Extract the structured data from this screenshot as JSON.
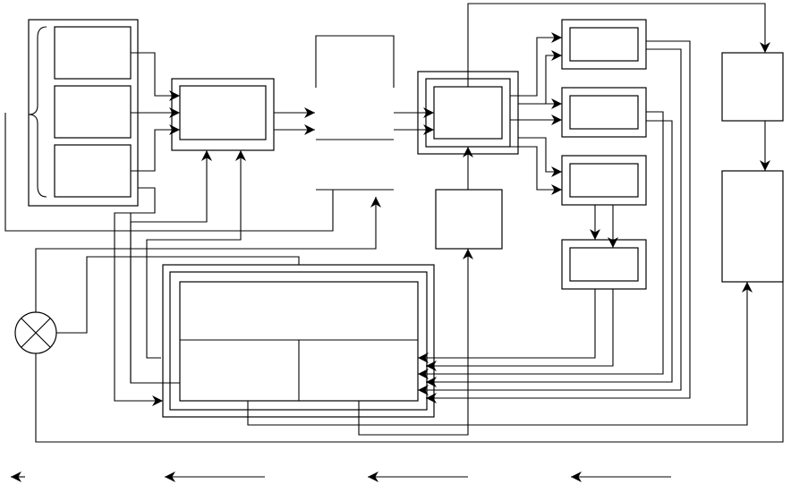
{
  "diagram": {
    "kind": "block-diagram",
    "labels": [],
    "colors": {
      "stroke": "#000000",
      "background": "#ffffff"
    },
    "symbols": [
      "summing-junction-symbol",
      "brace-symbol",
      "arrowheads"
    ]
  }
}
